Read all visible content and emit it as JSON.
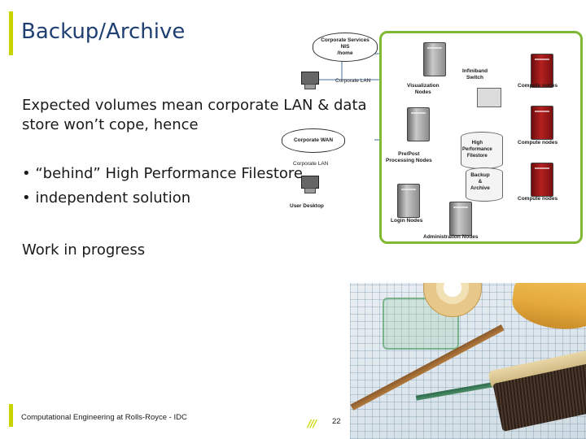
{
  "slide": {
    "title": "Backup/Archive",
    "paragraph_line1": "Expected volumes mean corporate LAN & data",
    "paragraph_line2": "store won’t cope, hence",
    "bullets": [
      "• “behind” High Performance Filestore",
      "• independent solution"
    ],
    "status": "Work in progress",
    "footer": "Computational Engineering at Rolls-Royce - IDC",
    "footer_mark": "///",
    "page_number": "22",
    "accent_color": "#c8d400",
    "title_color": "#1f3f73"
  },
  "diagram": {
    "corporate_services_line1": "Corporate Services",
    "corporate_services_line2": "NIS",
    "corporate_services_line3": "/home",
    "corporate_lan": "Corporate LAN",
    "corporate_wan": "Corporate WAN",
    "corporate_lan_2": "Corporate LAN",
    "user_desktop": "User Desktop",
    "visualization_line1": "Visualization",
    "visualization_line2": "Nodes",
    "infiniband_line1": "Infiniband",
    "infiniband_line2": "Switch",
    "compute_nodes": "Compute nodes",
    "prepost_line1": "Pre/Post",
    "prepost_line2": "Processing Nodes",
    "hpf_line1": "High",
    "hpf_line2": "Performance",
    "hpf_line3": "Filestore",
    "backup_line1": "Backup",
    "backup_line2": "&",
    "backup_line3": "Archive",
    "login_nodes": "Login Nodes",
    "admin_nodes": "Administration Nodes",
    "panel_border_color": "#7fb832",
    "link_color": "#d42020"
  }
}
